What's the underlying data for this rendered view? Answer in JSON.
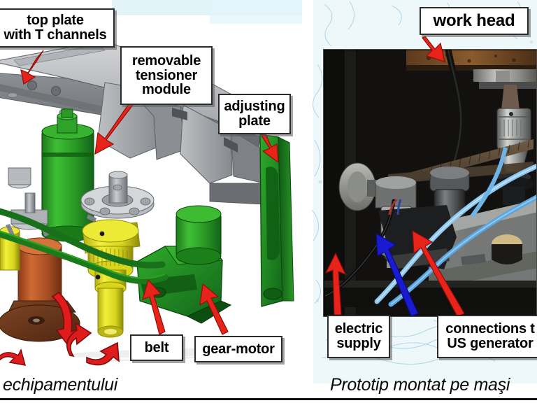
{
  "slide": {
    "background_color": "#ffffff",
    "panel_tint": "#e3f4f9",
    "arrow_color": "#e01b1b",
    "arrow_color_alt": "#1414cf",
    "callout_border": "#2b2b2b"
  },
  "left_panel": {
    "kind": "cad-render",
    "caption": "echipamentului",
    "callouts": [
      {
        "id": "top-plate",
        "text": "top plate\nwith T channels"
      },
      {
        "id": "removable-tensioner",
        "text": "removable\ntensioner\nmodule"
      },
      {
        "id": "adjusting-plate",
        "text": "adjusting\nplate"
      },
      {
        "id": "belt",
        "text": "belt"
      },
      {
        "id": "gear-motor",
        "text": "gear-motor"
      }
    ]
  },
  "right_panel": {
    "kind": "photograph",
    "caption": "Prototip montat pe maşi",
    "callouts": [
      {
        "id": "work-head",
        "text": "work head"
      },
      {
        "id": "electric-supply",
        "text": "electric\nsupply"
      },
      {
        "id": "us-generator",
        "text": "connections t\nUS generator"
      }
    ]
  }
}
